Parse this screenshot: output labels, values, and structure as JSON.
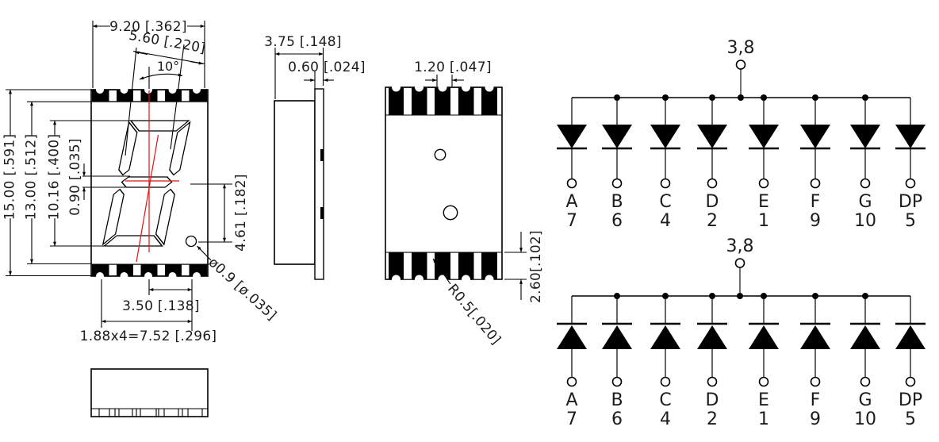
{
  "colors": {
    "ink": "#1c1c1c",
    "line": "#000000",
    "centerline": "#dd1515"
  },
  "front_view": {
    "dims": {
      "overall_width": "9.20 [.362]",
      "character_width": "5.60 [.220]",
      "slant_angle": "10°",
      "overall_height": "15.00 [.591]",
      "inner_height": "13.00 [.512]",
      "character_height": "10.16 [.400]",
      "middle_segment": "0.90 [.035]",
      "dp_offset": "4.61 [.182]",
      "dp_diameter": "ø0.9 [ø.035]",
      "pad_distance": "3.50 [.138]",
      "pad_span": "1.88x4=7.52 [.296]"
    }
  },
  "side_view": {
    "dims": {
      "depth": "3.75 [.148]",
      "substrate_thickness": "0.60 [.024]"
    }
  },
  "back_view": {
    "dims": {
      "pad_width": "1.20 [.047]",
      "pad_height": "2.60[.102]",
      "castellation_radius": "R0.5[.020]"
    }
  },
  "circuits": [
    {
      "id": "common-anode",
      "common_pin_label": "3,8",
      "pins": [
        {
          "segment": "A",
          "pin": "7"
        },
        {
          "segment": "B",
          "pin": "6"
        },
        {
          "segment": "C",
          "pin": "4"
        },
        {
          "segment": "D",
          "pin": "2"
        },
        {
          "segment": "E",
          "pin": "1"
        },
        {
          "segment": "F",
          "pin": "9"
        },
        {
          "segment": "G",
          "pin": "10"
        },
        {
          "segment": "DP",
          "pin": "5"
        }
      ]
    },
    {
      "id": "common-cathode",
      "common_pin_label": "3,8",
      "pins": [
        {
          "segment": "A",
          "pin": "7"
        },
        {
          "segment": "B",
          "pin": "6"
        },
        {
          "segment": "C",
          "pin": "4"
        },
        {
          "segment": "D",
          "pin": "2"
        },
        {
          "segment": "E",
          "pin": "1"
        },
        {
          "segment": "F",
          "pin": "9"
        },
        {
          "segment": "G",
          "pin": "10"
        },
        {
          "segment": "DP",
          "pin": "5"
        }
      ]
    }
  ]
}
